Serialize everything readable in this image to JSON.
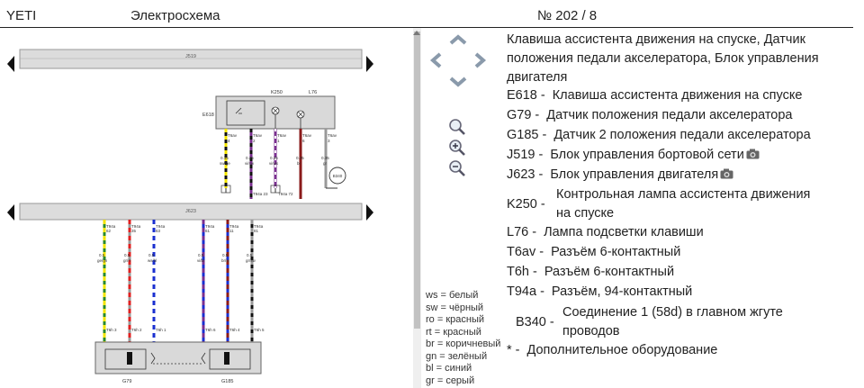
{
  "header": {
    "model": "YETI",
    "title": "Электросхема",
    "number": "№  202 / 8"
  },
  "diagram": {
    "bus_top": "J519",
    "bus_mid": "J623",
    "module": "E618",
    "lamp1": "K250",
    "lamp2": "L76",
    "ground": "B340",
    "upper_pins": [
      {
        "conn": "T6av",
        "pin": "4",
        "cs": "0.35",
        "color": "sw/ge"
      },
      {
        "conn": "T6av",
        "pin": "2",
        "cs": "0.35",
        "color": "vi/sw"
      },
      {
        "conn": "T6av",
        "pin": "1",
        "cs": "0.35",
        "color": "vi/ws"
      },
      {
        "conn": "T6av",
        "pin": "6",
        "cs": "0.35",
        "color": "br"
      },
      {
        "conn": "T6av",
        "pin": "3",
        "cs": "0.35",
        "color": "gr"
      }
    ],
    "upper_lower_pins": [
      "T94a 23",
      "T94a 72"
    ],
    "lower_pins": [
      {
        "conn": "T94a",
        "pin": "62",
        "cs": "0.5",
        "color": "ge/gn",
        "bottom": "T6h 3"
      },
      {
        "conn": "T94a",
        "pin": "35",
        "cs": "0.5",
        "color": "gr/rt",
        "bottom": "T6h 2"
      },
      {
        "conn": "T94a",
        "pin": "63",
        "cs": "0.5",
        "color": "ws/bl",
        "bottom": "T6h 1"
      },
      {
        "conn": "T94a",
        "pin": "61",
        "cs": "0.5",
        "color": "vi/bl",
        "bottom": "T6h 6"
      },
      {
        "conn": "T94a",
        "pin": "11",
        "cs": "0.5",
        "color": "br/bl",
        "bottom": "T6h 4"
      },
      {
        "conn": "T94a",
        "pin": "81",
        "cs": "0.5",
        "color": "gr/sw",
        "bottom": "T6h 5"
      }
    ],
    "sensor1": "G79",
    "sensor2": "G185"
  },
  "description": "Клавиша ассистента движения на спуске, Датчик положения педали акселератора, Блок управления двигателя",
  "components": [
    {
      "code": "E618 -",
      "text": "Клавиша ассистента движения на спуске"
    },
    {
      "code": "G79 -",
      "text": "Датчик положения педали акселератора"
    },
    {
      "code": "G185 -",
      "text": "Датчик 2 положения педали акселератора"
    },
    {
      "code": "J519 -",
      "text": "Блок управления бортовой сети",
      "camera": true
    },
    {
      "code": "J623 -",
      "text": "Блок управления двигателя",
      "camera": true
    },
    {
      "code": "K250 -",
      "text": "Контрольная лампа ассистента движения на спуске"
    },
    {
      "code": "L76 -",
      "text": "Лампа подсветки клавиши"
    },
    {
      "code": "T6av -",
      "text": "Разъём 6-контактный"
    },
    {
      "code": "T6h -",
      "text": "Разъём 6-контактный"
    },
    {
      "code": "T94a -",
      "text": "Разъём, 94-контактный"
    },
    {
      "code": "B340 -",
      "text": "Соединение 1 (58d) в главном жгуте проводов"
    },
    {
      "code": "* -",
      "text": "Дополнительное оборудование"
    }
  ],
  "color_legend": [
    "ws = белый",
    "sw = чёрный",
    "ro = красный",
    "rt = красный",
    "br = коричневый",
    "gn = зелёный",
    "bl = синий",
    "gr = серый"
  ],
  "icons": {
    "nav": [
      "chevron-up-icon",
      "chevron-left-icon",
      "chevron-right-icon",
      "chevron-down-icon"
    ],
    "zoom": [
      "zoom-reset-icon",
      "zoom-in-icon",
      "zoom-out-icon"
    ],
    "camera": "camera-icon"
  }
}
